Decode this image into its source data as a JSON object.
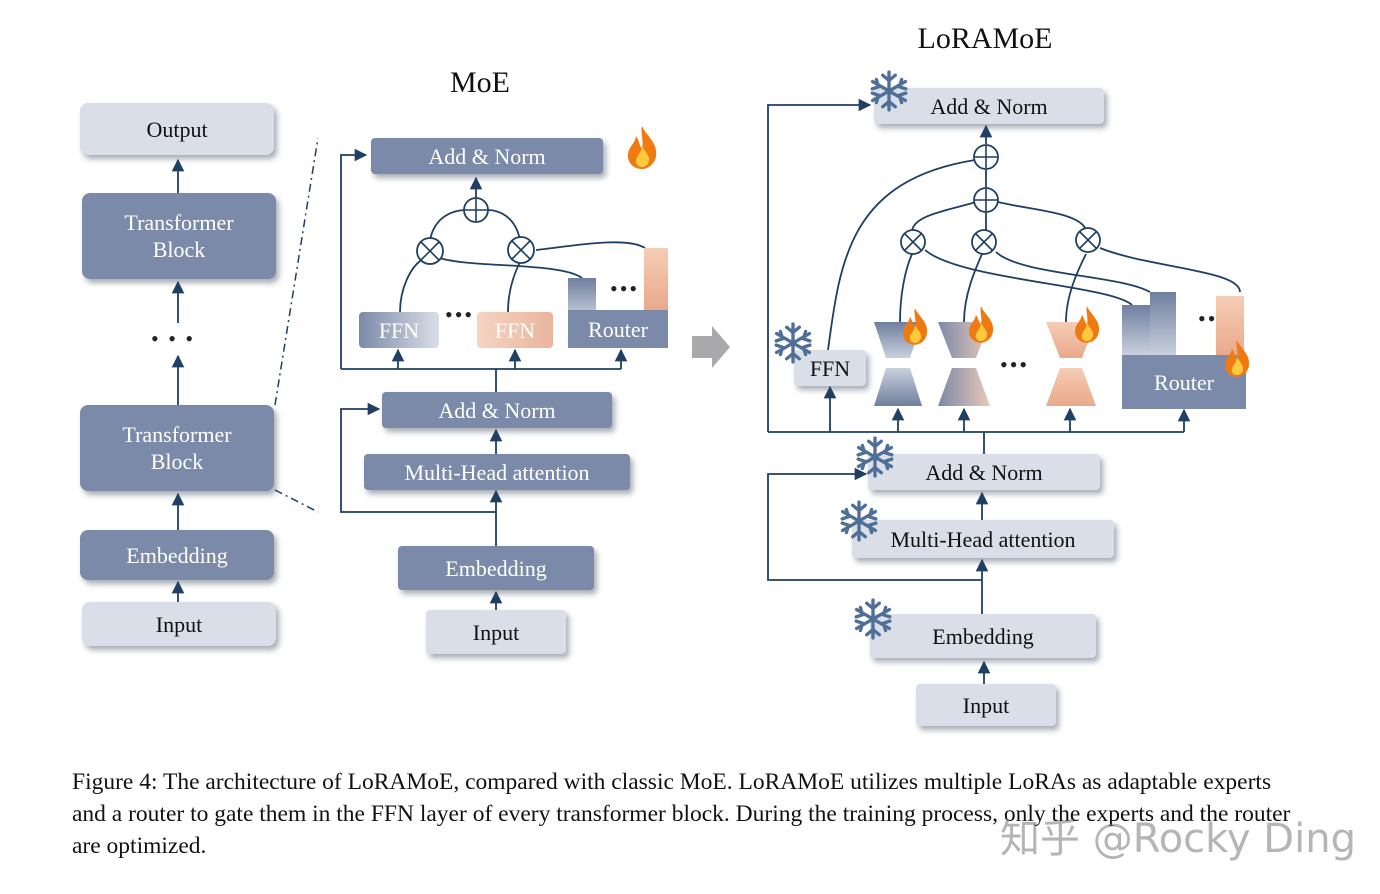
{
  "left_stack": {
    "output": "Output",
    "block_top": "Transformer\nBlock",
    "block_bottom": "Transformer\nBlock",
    "ellipsis": "• • •",
    "embedding": "Embedding",
    "input": "Input"
  },
  "moe": {
    "title": "MoE",
    "add_norm_top": "Add & Norm",
    "ffn_1": "FFN",
    "ffn_2": "FFN",
    "router": "Router",
    "dots_1": "•••",
    "dots_2": "•••",
    "add_norm_bottom": "Add & Norm",
    "attention": "Multi-Head attention",
    "embedding": "Embedding",
    "input": "Input"
  },
  "loramoe": {
    "title": "LoRAMoE",
    "add_norm_top": "Add & Norm",
    "ffn": "FFN",
    "router": "Router",
    "dots_1": "•••",
    "dots_2": "••",
    "add_norm_bottom": "Add & Norm",
    "attention": "Multi-Head attention",
    "embedding": "Embedding",
    "input": "Input"
  },
  "caption": "Figure 4: The architecture of LoRAMoE, compared with classic MoE. LoRAMoE utilizes multiple LoRAs as adaptable experts and a router to gate them in the FFN layer of every transformer block. During the training process, only the experts and the router are optimized.",
  "watermark": "知乎 @Rocky Ding",
  "colors": {
    "dark_box": "#7b8aa8",
    "light_box": "#d9dee8",
    "arrow": "#1f3f63",
    "panel": "#f1f1f2",
    "expert_orange": "#f2c4ad"
  },
  "icons": [
    "flame-icon",
    "snowflake-icon",
    "right-arrow-icon",
    "plus-circle-icon",
    "times-circle-icon"
  ]
}
